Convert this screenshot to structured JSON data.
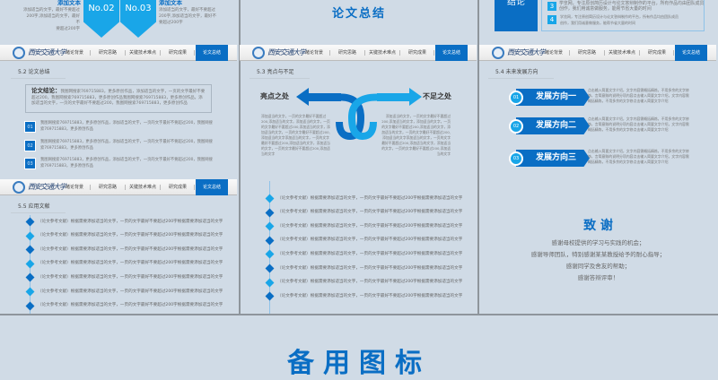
{
  "nav": {
    "logo_text": "西安交通大学",
    "tabs": [
      "绪论背景",
      "研究思路",
      "关键技术难点",
      "研究成果",
      "论文总结"
    ],
    "active": 4
  },
  "colors": {
    "accent": "#0a6ec4",
    "light_accent": "#19a6e8",
    "background": "#d0dbe6"
  },
  "slide_top_left": {
    "heading_left": "添加文本",
    "heading_right": "添加文本",
    "text_left": [
      "添加适当的文字，最好不要超过",
      "200字,添加适当的文字，最好不",
      "要超过200字"
    ],
    "text_right": [
      "添加适当的文字，最好不要超过",
      "200字,添加适当的文字，最好不",
      "要超过200字"
    ],
    "badges": [
      "No.02",
      "No.03"
    ]
  },
  "slide_top_mid": {
    "title": "论文总结"
  },
  "slide_top_right": {
    "box_label": "结论",
    "items": [
      {
        "num": "3",
        "text": [
          "学览网，专注原创简历设计与论文答辩制作的平台，所有作品均由团队成员",
          "创作，我们用诚意做服务，能帮节省大量的时间"
        ]
      },
      {
        "num": "4",
        "text": [
          "学览网，专注原创简历设计与论文答辩制作的平台，所有作品均由团队成员",
          "创作，我们用诚意做服务，能帮节省大量的时间"
        ]
      }
    ]
  },
  "slide_52": {
    "title": "5.2 论文总结",
    "conclusion_label": "论文结论：",
    "conclusion_text": "我图网搜索769715883，更多原创作品，添加适当的文字，一页的文字最好不要超过200，我图网搜索769715883，更多原创作品我图网搜索769715883，更多原创作品，添加适当的文字，一页的文字最好不要超过200，我图网搜索769715883，更多原创作品",
    "items": [
      {
        "num": "01",
        "text": "我图网搜索769715883，更多原创作品，添加适当的文字，一页的文字最好不要超过200，我图网搜索769715883，更多原创作品"
      },
      {
        "num": "02",
        "text": "我图网搜索769715883，更多原创作品，添加适当的文字，一页的文字最好不要超过200，我图网搜索769715883，更多原创作品"
      },
      {
        "num": "03",
        "text": "我图网搜索769715883，更多原创作品，添加适当的文字，一页的文字最好不要超过200，我图网搜索769715883，更多原创作品"
      }
    ]
  },
  "slide_53": {
    "title": "5.3 亮点与不足",
    "left_label": "亮点之处",
    "right_label": "不足之处",
    "left_text": "添加适当的文字，一页的文字最好不要超过200,添加适当的文字，添加适当的文字，一页的文字最好不要超过200,添加适当的文字，添加适当的文字，一页的文字最好不要超过200,添加适当的文字添加适当的文字，一页的文字最好不要超过200,添加适当的文字，添加适当的文字，一页的文字最好不要超过200,添加适当的文字",
    "right_text": "添加适当的文字，一页的文字最好不要超过200,添加适当的文字，添加适当的文字，一页的文字最好不要超过200,添加适当的文字，添加适当的文字，一页的文字最好不要超过200,添加适当的文字添加适当的文字，一页的文字最好不要超过200,添加适当的文字，添加适当的文字，一页的文字最好不要超过200,添加适当的文字"
  },
  "slide_54": {
    "title": "5.4 未来发展方向",
    "items": [
      {
        "num": "01",
        "label": "发展方向一",
        "text": "点击输入简要文字介绍，文字内容需概括精炼，不用多余的文字修饰，言简意赅的说明分项内容点击输入简要文字介绍，文字内容需概括精炼，不用多余的文字修点击输入简要文字介绍"
      },
      {
        "num": "02",
        "label": "发展方向二",
        "text": "点击输入简要文字介绍，文字内容需概括精炼，不用多余的文字修饰，言简意赅的说明分项内容点击输入简要文字介绍，文字内容需概括精炼，不用多余的文字修点击输入简要文字介绍"
      },
      {
        "num": "03",
        "label": "发展方向三",
        "text": "点击输入简要文字介绍，文字内容需概括精炼，不用多余的文字修饰，言简意赅的说明分项内容点击输入简要文字介绍，文字内容需概括精炼，不用多余的文字修点击输入简要文字介绍"
      }
    ]
  },
  "slide_55": {
    "title": "5.5 应用文献",
    "refs": [
      "（论文参考文献）根据需要添加适当的文字，一页的文字最好不要超过200字根据需要添加适当的文字",
      "（论文参考文献）根据需要添加适当的文字，一页的文字最好不要超过200字根据需要添加适当的文字",
      "（论文参考文献）根据需要添加适当的文字，一页的文字最好不要超过200字根据需要添加适当的文字",
      "（论文参考文献）根据需要添加适当的文字，一页的文字最好不要超过200字根据需要添加适当的文字",
      "（论文参考文献）根据需要添加适当的文字，一页的文字最好不要超过200字根据需要添加适当的文字",
      "（论文参考文献）根据需要添加适当的文字，一页的文字最好不要超过200字根据需要添加适当的文字",
      "（论文参考文献）根据需要添加适当的文字，一页的文字最好不要超过200字根据需要添加适当的文字"
    ]
  },
  "slide_refs2": {
    "refs": [
      "（论文参考文献）根据需要添加适当的文字，一页的文字最好不要超过200字根据需要添加适当的文字",
      "（论文参考文献）根据需要添加适当的文字，一页的文字最好不要超过200字根据需要添加适当的文字",
      "（论文参考文献）根据需要添加适当的文字，一页的文字最好不要超过200字根据需要添加适当的文字",
      "（论文参考文献）根据需要添加适当的文字，一页的文字最好不要超过200字根据需要添加适当的文字",
      "（论文参考文献）根据需要添加适当的文字，一页的文字最好不要超过200字根据需要添加适当的文字",
      "（论文参考文献）根据需要添加适当的文字，一页的文字最好不要超过200字根据需要添加适当的文字",
      "（论文参考文献）根据需要添加适当的文字，一页的文字最好不要超过200字根据需要添加适当的文字",
      "（论文参考文献）根据需要添加适当的文字，一页的文字最好不要超过200字根据需要添加适当的文字"
    ]
  },
  "slide_thanks": {
    "title": "致 谢",
    "lines": [
      "感谢母校提供的学习与实践的机会；",
      "感谢导师团队，特别感谢某某教授给予的耐心指导；",
      "感谢同学及舍友的帮助；",
      "感谢答辩评审！"
    ]
  },
  "bottom_title": "备用图标"
}
